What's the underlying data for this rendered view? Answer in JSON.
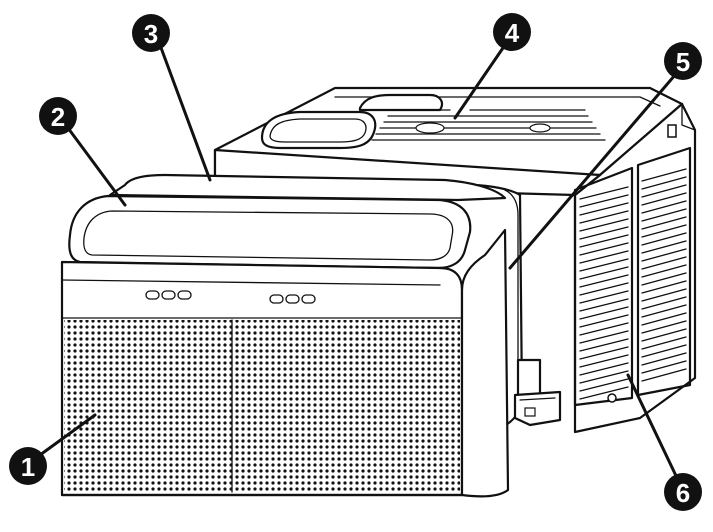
{
  "diagram": {
    "callouts": [
      {
        "id": "1",
        "label": "1"
      },
      {
        "id": "2",
        "label": "2"
      },
      {
        "id": "3",
        "label": "3"
      },
      {
        "id": "4",
        "label": "4"
      },
      {
        "id": "5",
        "label": "5"
      },
      {
        "id": "6",
        "label": "6"
      }
    ],
    "colors": {
      "line": "#111111",
      "badge": "#111111",
      "badge_text": "#ffffff",
      "background": "#ffffff"
    }
  }
}
